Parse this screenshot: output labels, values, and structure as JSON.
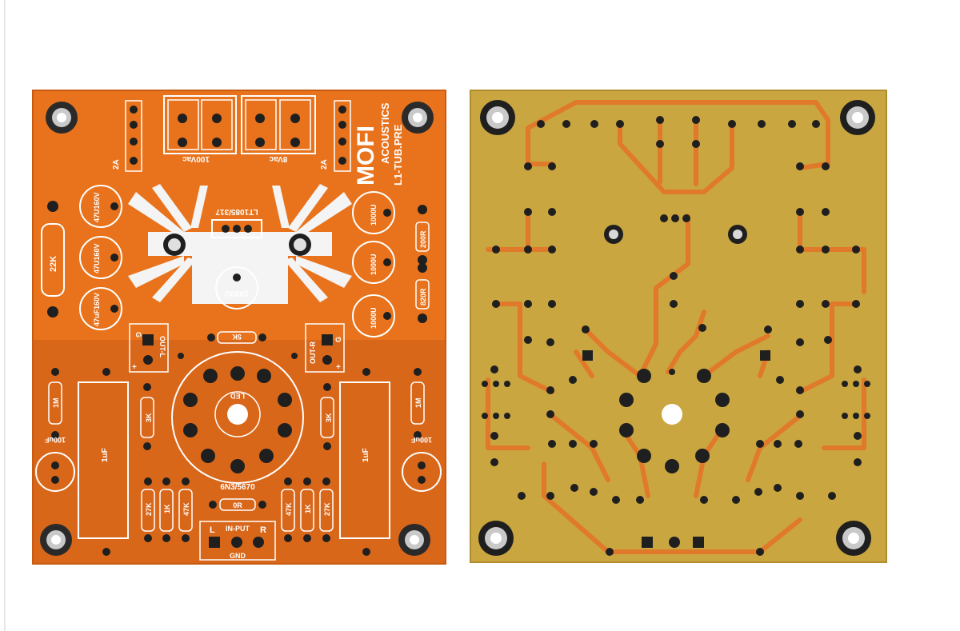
{
  "colors": {
    "background": "#ffffff",
    "front_mask": "#e8731c",
    "front_copper_pour": "#d9671a",
    "silkscreen": "#ffffff",
    "back_substrate": "#c9a640",
    "back_trace": "#e07a2a",
    "pad_dark": "#1f1f1f"
  },
  "front": {
    "brand": "MOFI",
    "brand_sub": "ACOUSTICS",
    "model": "L1-TUB.PRE",
    "regulator": "LT1085/317",
    "fuse_left": "2A",
    "fuse_right": "2A",
    "transformer_left": "100Vac",
    "transformer_right": "8Vac",
    "res_power": "22K",
    "cap_left": [
      "47U160V",
      "47U160V",
      "47uF160V"
    ],
    "cap_right": [
      "1000U",
      "1000U",
      "1000U"
    ],
    "cap_center": "1000U",
    "res_200": "200R",
    "res_820": "820R",
    "res_5k": "5K",
    "out_left": "OUT-L",
    "out_right": "OUT-R",
    "ground_mark": "G",
    "plus_mark": "+",
    "tube_led": "LED",
    "tube_type": "6N3/5670",
    "res_1m": "1M",
    "res_3k": "3K",
    "cap_100uf": "100uF",
    "cap_1uf": "1uF",
    "res_27k": "27K",
    "res_1k": "1K",
    "res_47k": "47K",
    "res_0r": "0R",
    "input_label": "IN-PUT",
    "input_l": "L",
    "input_r": "R",
    "input_gnd": "GND"
  }
}
